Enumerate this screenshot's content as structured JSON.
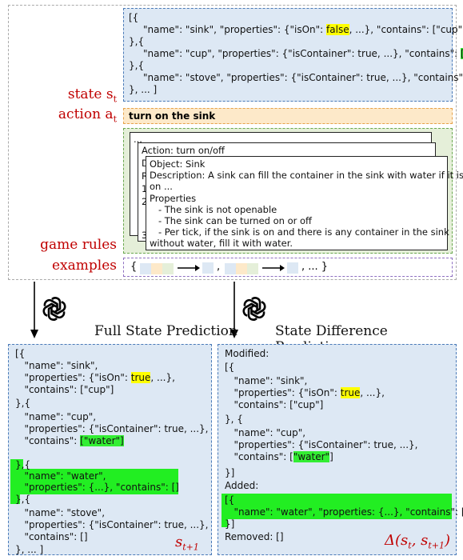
{
  "labels": {
    "state": "state s",
    "state_sub": "t",
    "action": "action a",
    "action_sub": "t",
    "game_rules": "game rules",
    "examples": "examples"
  },
  "state_lines": {
    "l1": "[{",
    "l2a": "\"name\": \"sink\", \"properties\": {\"isOn\": ",
    "l2b": "false",
    "l2c": ", ...}, \"contains\": [\"cup\"]",
    "l3": "},{",
    "l4a": "\"name\": \"cup\", \"properties\": {\"isContainer\": true, ...}, \"contains\": ",
    "l4b": "[]",
    "l5": "},{",
    "l6": "\"name\": \"stove\", \"properties\": {\"isContainer\": true, ...}, \"contains\": []",
    "l7": "}, ... ]"
  },
  "action_text": "turn on the sink",
  "rules": {
    "back_ellipsis": "...",
    "mid_title": "Action: turn on/off",
    "mid_d": "D",
    "mid_r": "R",
    "mid_1": "1.",
    "mid_2": "2.",
    "mid_3": "3.",
    "front_lines": [
      "Object: Sink",
      "Description: A sink can fill the container in the sink with water if it is",
      "on ...",
      "Properties",
      "   - The sink is not openable",
      "   - The sink can be turned on or off",
      "   - Per tick, if the sink is on and there is any container in the sink",
      "without water, fill it with water."
    ]
  },
  "examples_text": {
    "open": "{",
    "comma1": ",",
    "comma2": ", ... }"
  },
  "example_colors": [
    "#dde8f4",
    "#fde9c9",
    "#e5efd9",
    "#dde8f4"
  ],
  "titles": {
    "left": "Full State Prediction",
    "right": "State Difference Prediction"
  },
  "full_state": {
    "lines": [
      "[{",
      "   \"name\": \"sink\",",
      "   \"properties\": {\"isOn\": ",
      "   \"contains\": [\"cup\"]",
      "},{",
      "   \"name\": \"cup\",",
      "   \"properties\": {\"isContainer\": true, ...},",
      "   \"contains\": ",
      "},{",
      "   \"name\": \"water\",",
      "   \"properties\": {...}, \"contains\": []",
      "},{",
      "   \"name\": \"stove\",",
      "   \"properties\": {\"isContainer\": true, ...},",
      "   \"contains\": []",
      "}, ... ]"
    ],
    "true_word": "true",
    "true_tail": ", ...},",
    "water_word": "[\"water\"]",
    "math_label": "s",
    "math_sub": "t+1"
  },
  "state_diff": {
    "lines": [
      "Modified:",
      "[{",
      "   \"name\": \"sink\",",
      "   \"properties\": {\"isOn\": ",
      "   \"contains\": [\"cup\"]",
      "}, {",
      "   \"name\": \"cup\",",
      "   \"properties\": {\"isContainer\": true, ...},",
      "   \"contains\": [",
      "}]",
      "Added:",
      "[{",
      "   \"name\": \"water\", \"properties: {...}, \"contains\": []",
      "}]",
      "Removed: []"
    ],
    "true_word": "true",
    "true_tail": ", ...},",
    "water_word": "\"water\"",
    "water_tail": "]",
    "math_label": "Δ(s",
    "math_sub1": "t",
    "math_mid": ", s",
    "math_sub2": "t+1",
    "math_close": ")"
  }
}
